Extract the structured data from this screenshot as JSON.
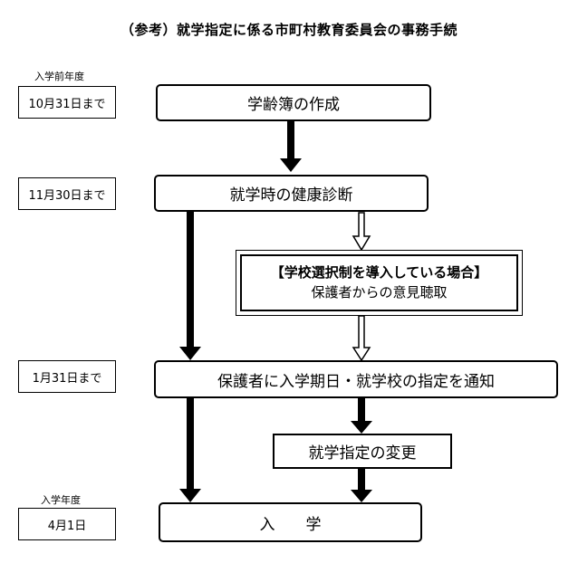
{
  "title": "（参考）就学指定に係る市町村教育委員会の事務手続",
  "year_labels": {
    "previous_year": "入学前年度",
    "entry_year": "入学年度"
  },
  "dates": {
    "d1": "10月31日まで",
    "d2": "11月30日まで",
    "d3": "1月31日まで",
    "d4": "4月1日"
  },
  "steps": {
    "school_register": "学齢簿の作成",
    "health_check": "就学時の健康診断",
    "choice_condition": "【学校選択制を導入している場合】",
    "parent_hearing": "保護者からの意見聴取",
    "notify": "保護者に入学期日・就学校の指定を通知",
    "change": "就学指定の変更",
    "enroll": "入　　学"
  }
}
